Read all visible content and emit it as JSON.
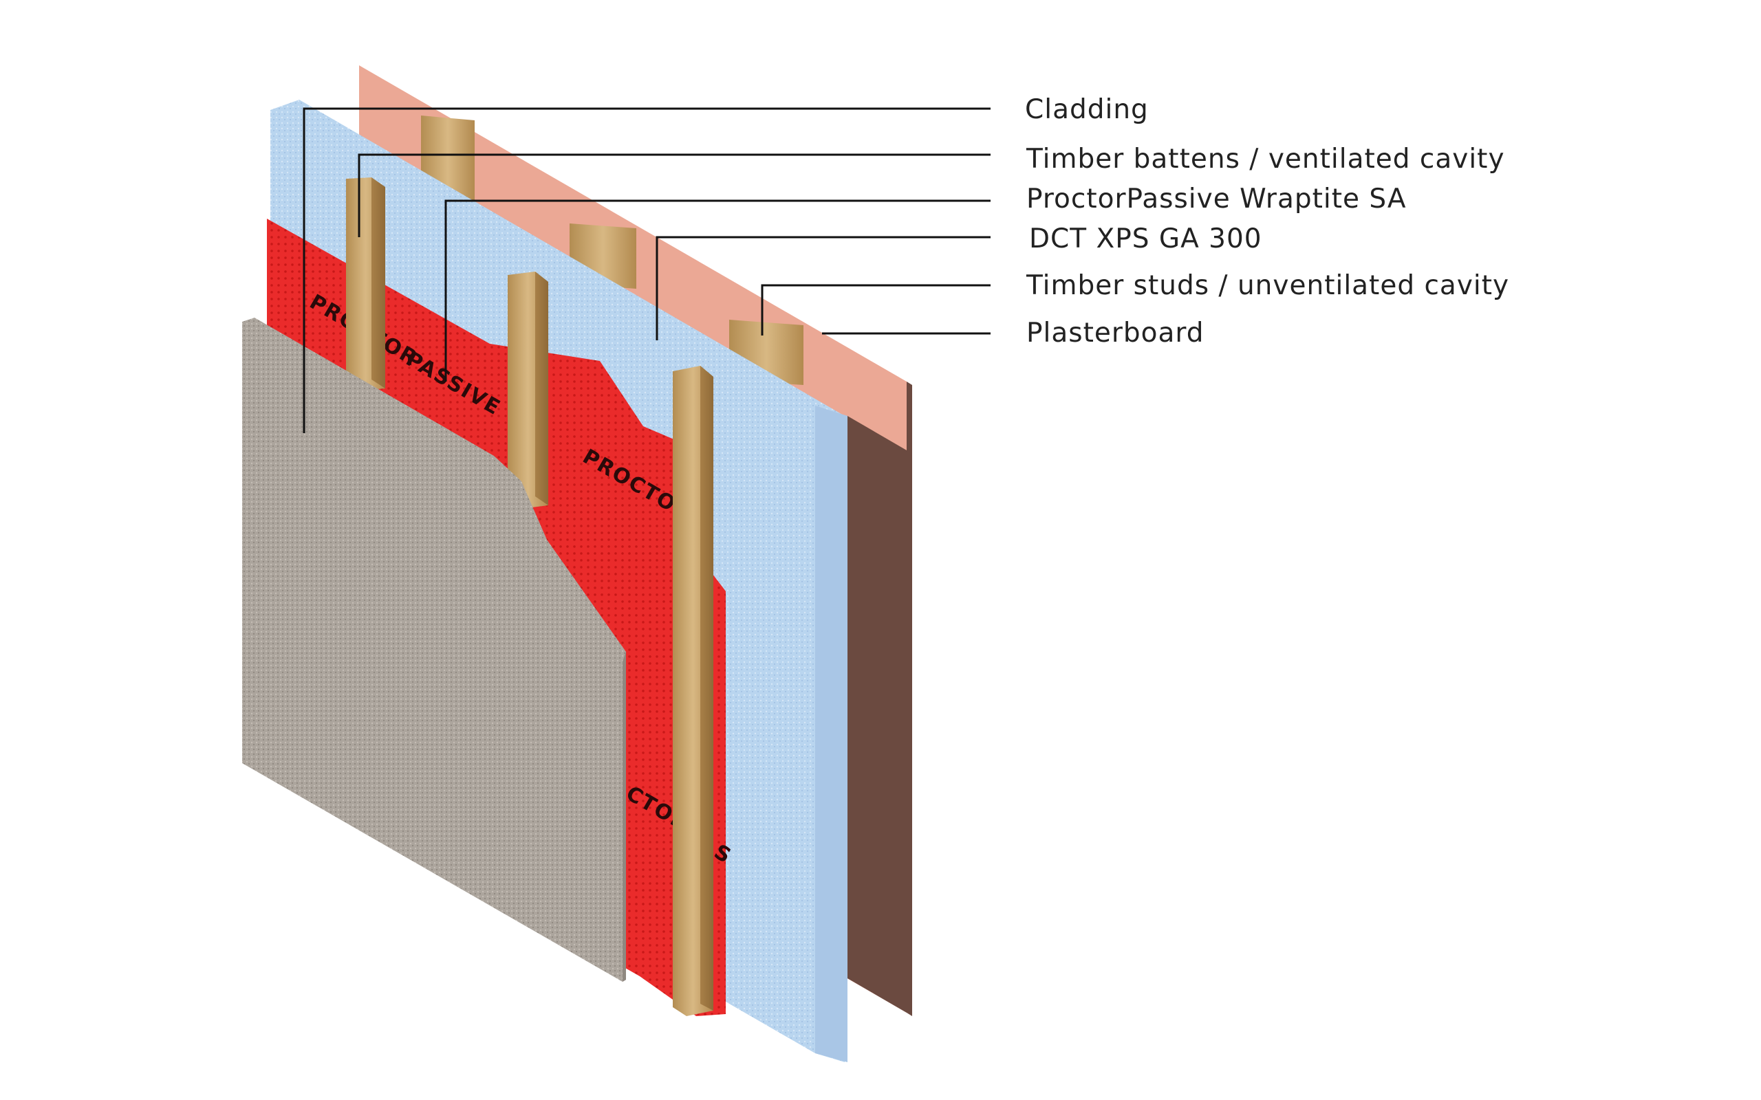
{
  "callouts": [
    {
      "id": "cladding",
      "label": "Cladding"
    },
    {
      "id": "timber-battens",
      "label": "Timber battens / ventilated cavity"
    },
    {
      "id": "membrane",
      "label": "ProctorPassive Wraptite SA"
    },
    {
      "id": "insulation",
      "label": "DCT XPS GA 300"
    },
    {
      "id": "timber-studs",
      "label": "Timber studs / unventilated cavity"
    },
    {
      "id": "plasterboard",
      "label": "Plasterboard"
    }
  ],
  "membrane_print": {
    "brand_1": "PROCTOR",
    "brand_2": "PASSIVE",
    "brand_3": "PROCTOR",
    "brand_4": "CTOR",
    "brand_5": "S"
  },
  "colors": {
    "plasterboard_face": "#eba895",
    "plasterboard_edge": "#6b4a40",
    "insulation": "#b9d5ef",
    "insulation_edge": "#a9c6e6",
    "membrane": "#ea2b2b",
    "timber": "#c9a870",
    "cladding": "#aca59d"
  }
}
